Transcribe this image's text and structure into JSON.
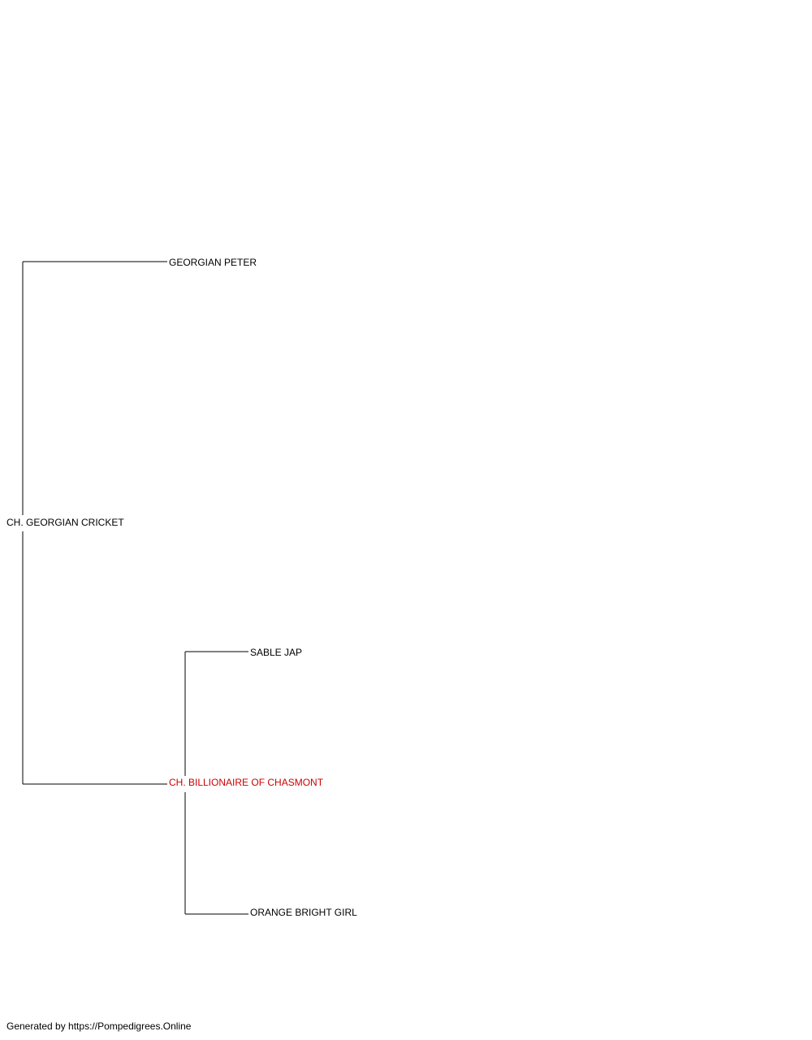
{
  "pedigree": {
    "subject": {
      "name": "CH. GEORGIAN CRICKET",
      "color": "#000000"
    },
    "sire": {
      "name": "GEORGIAN PETER",
      "color": "#000000"
    },
    "dam": {
      "name": "CH. BILLIONAIRE OF CHASMONT",
      "color": "#cc0000"
    },
    "dam_sire": {
      "name": "SABLE JAP",
      "color": "#000000"
    },
    "dam_dam": {
      "name": "ORANGE BRIGHT GIRL",
      "color": "#000000"
    }
  },
  "footer": {
    "text": "Generated by https://Pompedigrees.Online"
  }
}
